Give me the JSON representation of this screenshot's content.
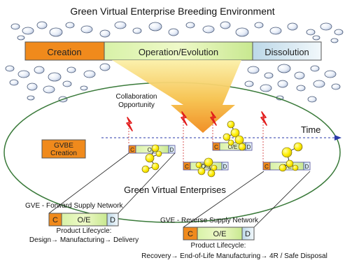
{
  "title": "Green Virtual Enterprise Breeding Environment",
  "phases": {
    "creation": "Creation",
    "operation": "Operation/Evolution",
    "dissolution": "Dissolution"
  },
  "collaboration_label": "Collaboration\nOpportunity",
  "time_label": "Time",
  "gvbe_label": "GVBE\nCreation",
  "gve_label": "Green Virtual Enterprises",
  "mini": {
    "c": "C",
    "oe": "O/E",
    "d": "D"
  },
  "forward": {
    "title": "GVE - Forward Supply Network",
    "lifecycle_title": "Product Lifecycle:",
    "lifecycle": "Design→ Manufacturing→ Delivery"
  },
  "reverse": {
    "title": "GVE - Reverse Supply Network",
    "lifecycle_title": "Product Lifecycle:",
    "lifecycle": "Recovery→ End-of-Life Manufacturing→ 4R / Safe Disposal"
  },
  "colors": {
    "creation": "#f08a1c",
    "operation_light": "#f4fbcc",
    "operation_dark": "#c7e88a",
    "dissolution": "#cfe3ee",
    "ellipse": "#3a7a3a",
    "arrow_top": "#f6e27a",
    "arrow_bottom": "#f08a1c",
    "lightning": "#e21b1b",
    "node": "#ffee00",
    "time_line": "#2a3aa8"
  }
}
